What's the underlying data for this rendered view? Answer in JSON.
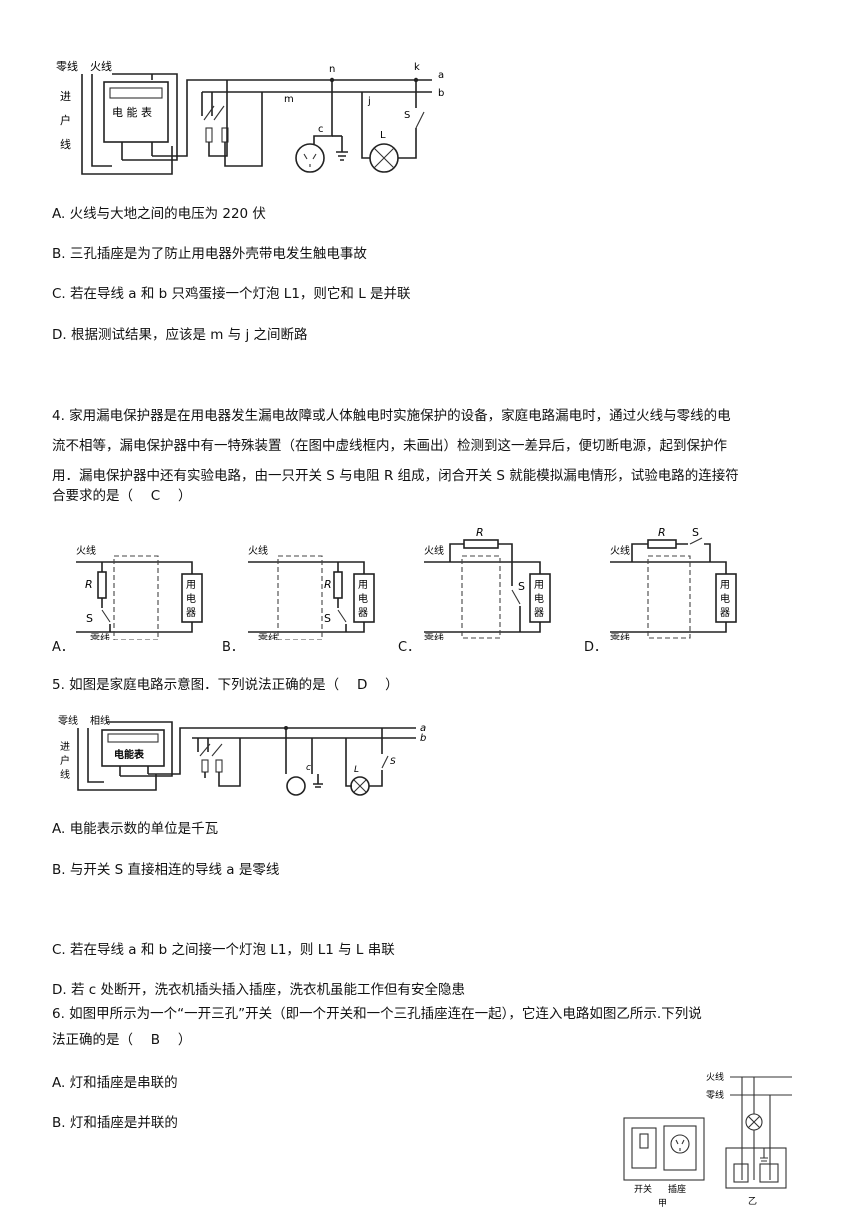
{
  "fig_top": {
    "labels": {
      "neutral": "零线",
      "live": "火线",
      "incoming": [
        "进",
        "户",
        "线"
      ],
      "meter": "电 能 表",
      "n": "n",
      "k": "k",
      "a": "a",
      "b": "b",
      "m": "m",
      "j": "j",
      "c": "c",
      "L": "L",
      "S": "S"
    }
  },
  "q3_options": [
    "A. 火线与大地之间的电压为 220 伏",
    "B. 三孔插座是为了防止用电器外壳带电发生触电事故",
    "C. 若在导线 a 和 b 只鸡蛋接一个灯泡 L1，则它和 L 是并联",
    "D. 根据测试结果，应该是 m 与 j 之间断路"
  ],
  "q4": {
    "line1": "4. 家用漏电保护器是在用电器发生漏电故障或人体触电时实施保护的设备，家庭电路漏电时，通过火线与零线的电",
    "line2": "流不相等，漏电保护器中有一特殊装置（在图中虚线框内，未画出）检测到这一差异后，便切断电源，起到保护作",
    "line3": "用．漏电保护器中还有实验电路，由一只开关 S 与电阻 R 组成，闭合开关 S 就能模拟漏电情形，试验电路的连接符",
    "line4": "合要求的是（　 C　 ）",
    "options": [
      "A．",
      "B．",
      "C．",
      "D．"
    ],
    "fig_labels": {
      "live": "火线",
      "neutral": "零线",
      "R": "R",
      "S": "S",
      "appliance": [
        "用",
        "电",
        "器"
      ]
    }
  },
  "q5": {
    "stem": "5. 如图是家庭电路示意图．下列说法正确的是（　 D　 ）",
    "fig_labels": {
      "neutral": "零线",
      "live": "相线",
      "incoming": [
        "进",
        "户",
        "线"
      ],
      "meter": "电能表",
      "a": "a",
      "b": "b",
      "c": "c",
      "L": "L",
      "S": "S"
    },
    "options": [
      "A. 电能表示数的单位是千瓦",
      "B. 与开关 S 直接相连的导线 a 是零线",
      "C. 若在导线 a 和 b 之间接一个灯泡 L1，则 L1 与 L 串联",
      "D. 若 c 处断开，洗衣机插头插入插座，洗衣机虽能工作但有安全隐患"
    ]
  },
  "q6": {
    "line1": "6. 如图甲所示为一个“一开三孔”开关（即一个开关和一个三孔插座连在一起），它连入电路如图乙所示.下列说",
    "line2": "法正确的是（　 B　 ）",
    "options": [
      "A. 灯和插座是串联的",
      "B. 灯和插座是并联的"
    ],
    "fig_labels": {
      "live": "火线",
      "neutral": "零线",
      "switch": "开关",
      "socket": "插座",
      "jia": "甲",
      "yi": "乙"
    }
  }
}
